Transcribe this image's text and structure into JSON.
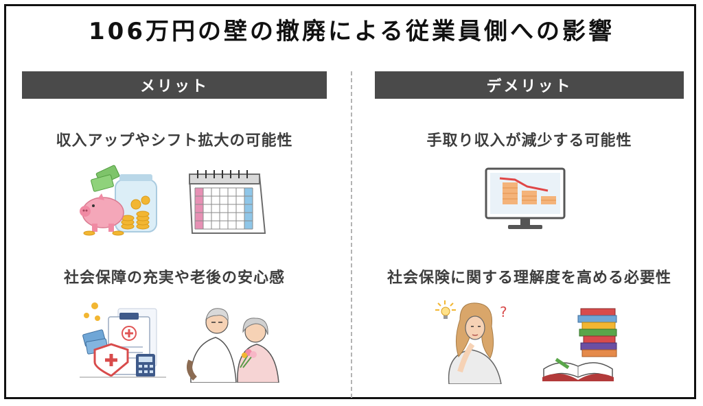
{
  "title": "106万円の壁の撤廃による従業員側への影響",
  "merit": {
    "header": "メリット",
    "items": [
      {
        "label": "収入アップやシフト拡大の可能性",
        "icons": [
          "piggy-bank-icon",
          "calendar-icon"
        ]
      },
      {
        "label": "社会保障の充実や老後の安心感",
        "icons": [
          "insurance-document-icon",
          "elderly-couple-icon"
        ]
      }
    ]
  },
  "demerit": {
    "header": "デメリット",
    "items": [
      {
        "label": "手取り収入が減少する可能性",
        "icons": [
          "declining-chart-monitor-icon"
        ]
      },
      {
        "label": "社会保険に関する理解度を高める必要性",
        "icons": [
          "thinking-woman-icon",
          "books-icon"
        ]
      }
    ]
  },
  "colors": {
    "header_bg": "#4a4a4a",
    "text": "#3d3d3d",
    "border": "#111111",
    "divider": "#b3b3b3"
  }
}
